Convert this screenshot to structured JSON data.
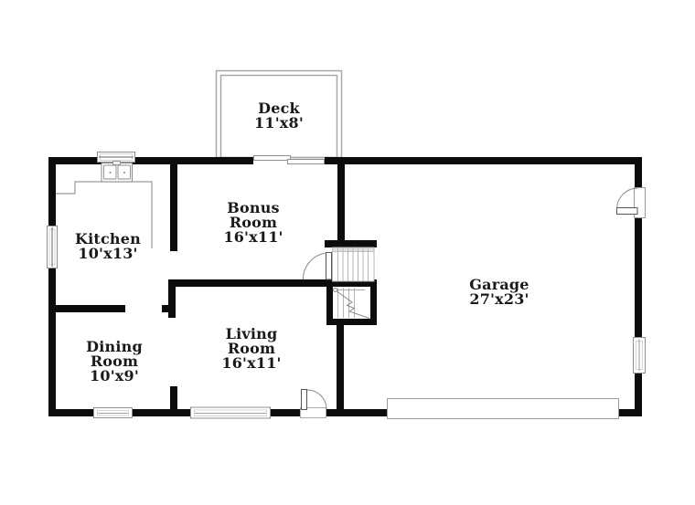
{
  "rooms": [
    {
      "id": "deck",
      "name": "Deck",
      "dims": "11'x8'"
    },
    {
      "id": "kitchen",
      "name": "Kitchen",
      "dims": "10'x13'"
    },
    {
      "id": "bonus-room",
      "name": "Bonus Room",
      "dims": "16'x11'"
    },
    {
      "id": "dining-room",
      "name": "Dining Room",
      "dims": "10'x9'"
    },
    {
      "id": "living-room",
      "name": "Living Room",
      "dims": "16'x11'"
    },
    {
      "id": "garage",
      "name": "Garage",
      "dims": "27'x23'"
    }
  ],
  "colors": {
    "wall": "#0c0c0c",
    "thin_line": "#8f8f8f",
    "text": "#1a1a1a",
    "background": "#ffffff"
  }
}
